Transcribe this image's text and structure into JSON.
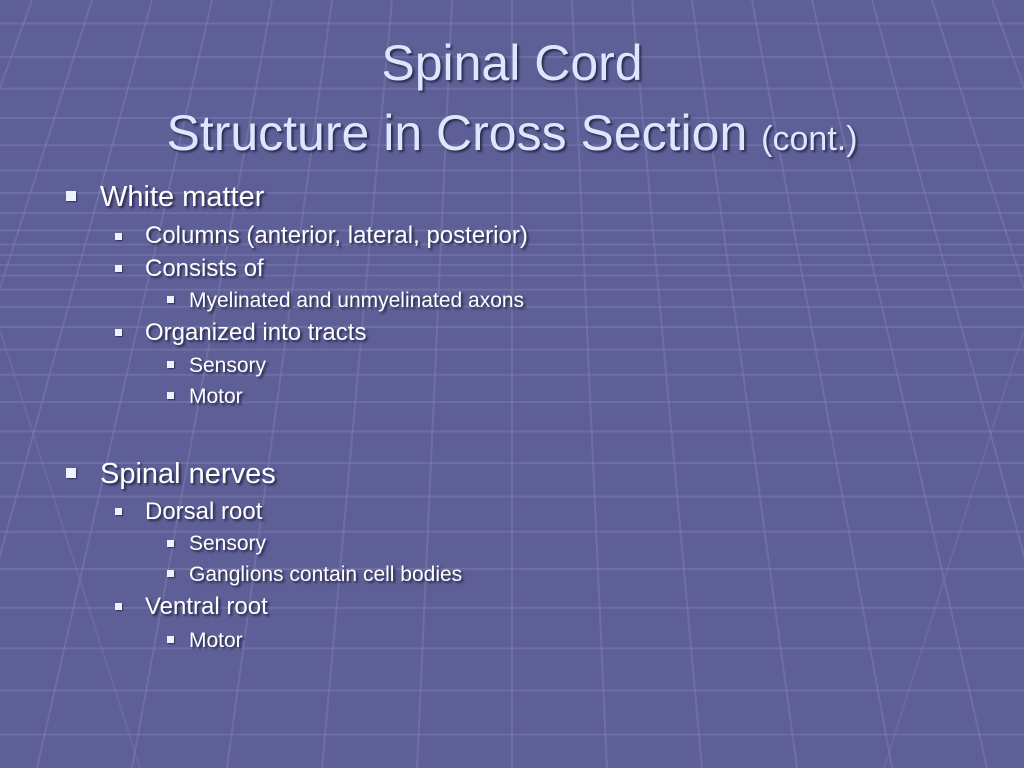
{
  "slide": {
    "title_line1": "Spinal Cord",
    "title_line2": "Structure in Cross Section",
    "title_suffix": "(cont.)",
    "bullet_icon": "square-bullet-icon",
    "colors": {
      "background": "#5e5f96",
      "grid_line": "#8081b5",
      "title_text": "#dde6ff",
      "body_text": "#ffffff"
    },
    "sections": [
      {
        "label": "White matter",
        "items": [
          {
            "label": "Columns (anterior, lateral, posterior)"
          },
          {
            "label": "Consists of",
            "items": [
              "Myelinated and unmyelinated axons"
            ]
          },
          {
            "label": "Organized into tracts",
            "items": [
              "Sensory",
              "Motor"
            ]
          }
        ]
      },
      {
        "label": "Spinal nerves",
        "items": [
          {
            "label": "Dorsal root",
            "items": [
              "Sensory",
              "Ganglions contain cell bodies"
            ]
          },
          {
            "label": "Ventral root",
            "items": [
              "Motor"
            ]
          }
        ]
      }
    ]
  }
}
